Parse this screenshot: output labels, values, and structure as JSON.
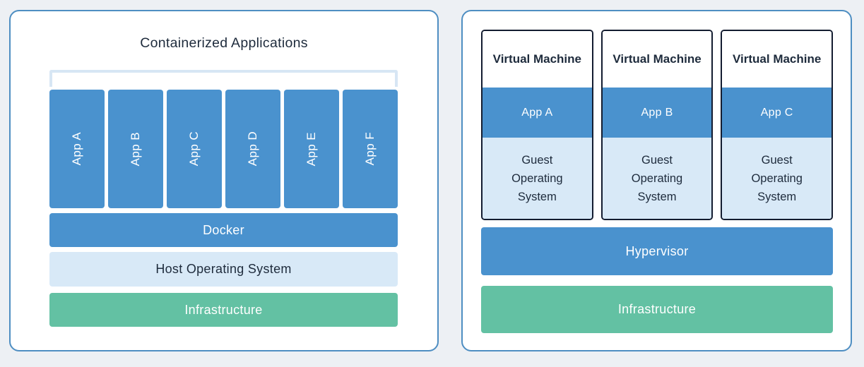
{
  "colors": {
    "primary_blue": "#4A92CE",
    "light_blue": "#D8E9F7",
    "green": "#63C1A3",
    "panel_border": "#4E8EC2",
    "vm_card_border": "#131C30",
    "dark_text": "#1E2B3C",
    "page_background": "#EDF0F4"
  },
  "left_panel": {
    "title": "Containerized Applications",
    "apps": [
      "App A",
      "App B",
      "App C",
      "App D",
      "App E",
      "App F"
    ],
    "layers": {
      "docker": "Docker",
      "host_os": "Host Operating System",
      "infrastructure": "Infrastructure"
    }
  },
  "right_panel": {
    "vms": [
      {
        "title": "Virtual Machine",
        "app": "App A",
        "os": "Guest Operating System"
      },
      {
        "title": "Virtual Machine",
        "app": "App B",
        "os": "Guest Operating System"
      },
      {
        "title": "Virtual Machine",
        "app": "App C",
        "os": "Guest Operating System"
      }
    ],
    "layers": {
      "hypervisor": "Hypervisor",
      "infrastructure": "Infrastructure"
    }
  }
}
